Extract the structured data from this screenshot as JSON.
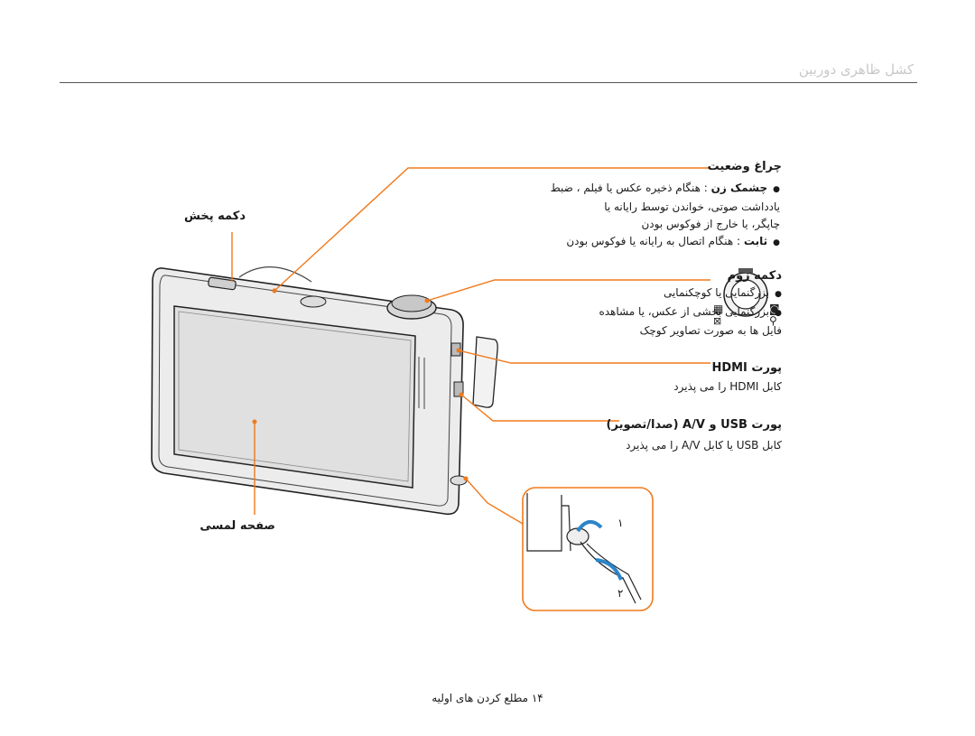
{
  "header": {
    "title": "کشل ظاهری دوربین"
  },
  "labels": {
    "flash": {
      "title": "چراغ وضعیت",
      "items": [
        {
          "bold": "چشمک زن",
          "text": " : هنگام ذخیره عکس یا فیلم ، ضبط"
        },
        {
          "text": "یادداشت صوتی، خواندن توسط رایانه یا"
        },
        {
          "text": "چاپگر، یا خارج از فوکوس بودن"
        },
        {
          "bold": "ثابت",
          "text": " : هنگام اتصال به رایانه یا فوکوس بودن"
        }
      ]
    },
    "shutter": {
      "title": "دکمه پخش"
    },
    "zoom": {
      "title": "دکمه زوم",
      "items": [
        {
          "text": "بزرگنمایی یا کوچکنمایی"
        },
        {
          "text": "بزرگنمایی بخشی از عکس، یا مشاهده"
        },
        {
          "text": "فایل ها به صورت تصاویر کوچک"
        }
      ]
    },
    "hdmi": {
      "title": "پورت HDMI",
      "desc": "کابل HDMI را می پذیرد"
    },
    "usb": {
      "title": "پورت USB و A/V (صدا/تصویر)",
      "desc": "کابل USB یا کابل A/V را می پذیرد"
    },
    "screen": {
      "title": "صفحه لمسی"
    }
  },
  "strap_steps": [
    "۱",
    "۲"
  ],
  "footer": {
    "text": "مطلع کردن های اولیه",
    "page": "۱۴"
  },
  "colors": {
    "accent": "#f07a1c",
    "rule": "#555555"
  }
}
